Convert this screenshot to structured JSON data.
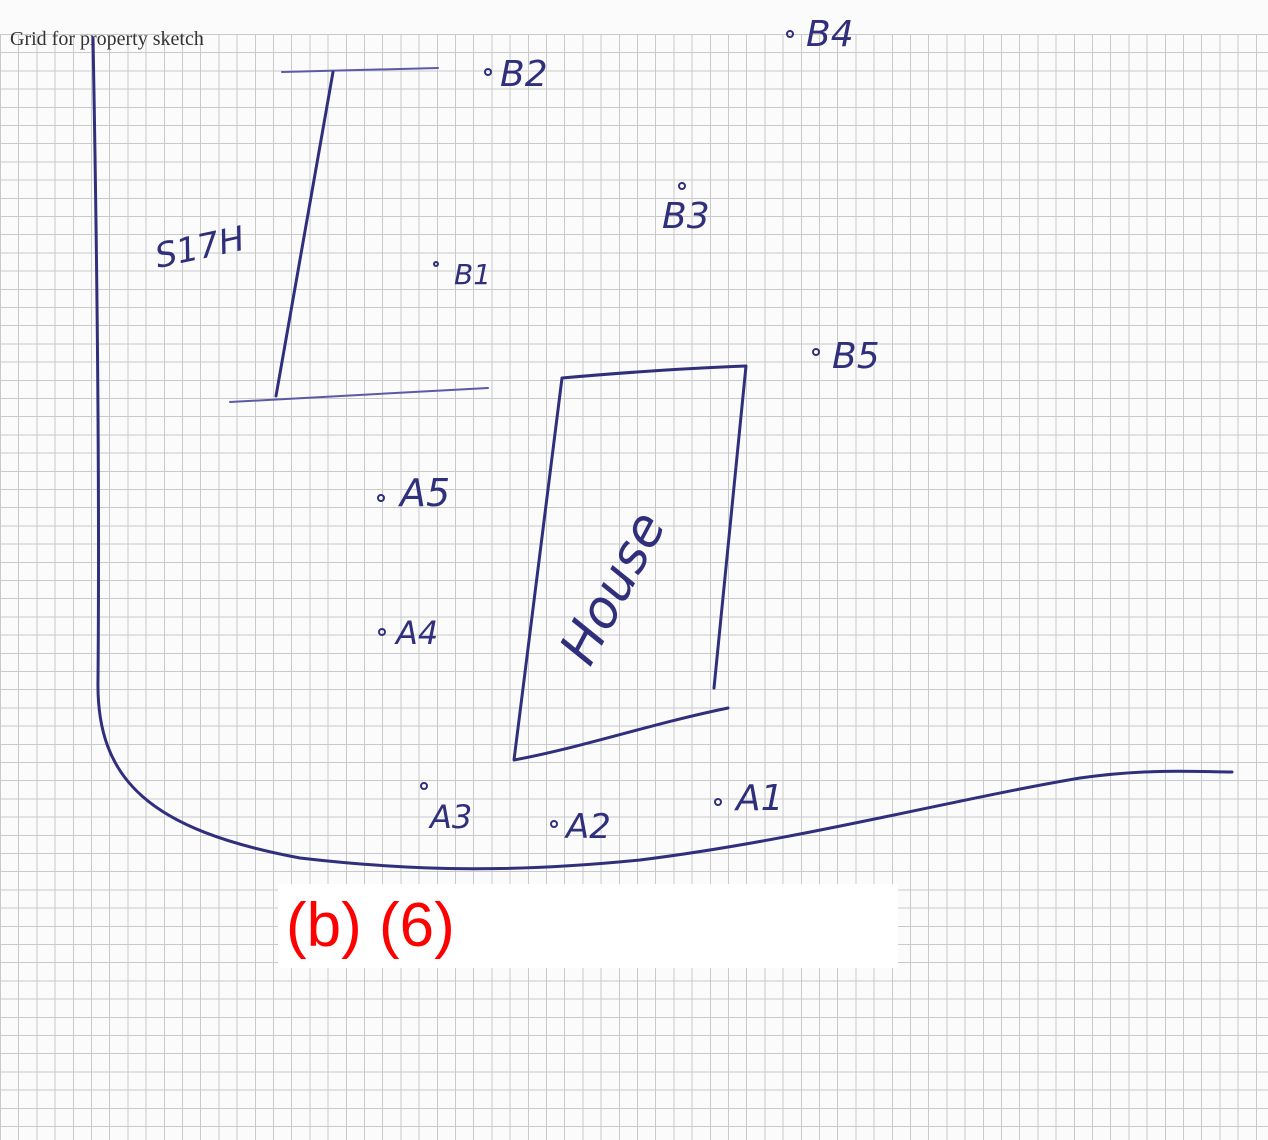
{
  "page": {
    "grid_title": "Grid for property sketch",
    "answer_label": "(b) (6)",
    "ink_color": "#2f2f7c",
    "redaction_color": "#ff0000"
  },
  "sketch": {
    "left_structure_label": "S17H",
    "house_label": "House",
    "points": {
      "B2": "B2",
      "B4": "B4",
      "B3": "B3",
      "B1": "B1",
      "B5": "B5",
      "A5": "A5",
      "A4": "A4",
      "A3": "A3",
      "A2": "A2",
      "A1": "A1"
    }
  }
}
